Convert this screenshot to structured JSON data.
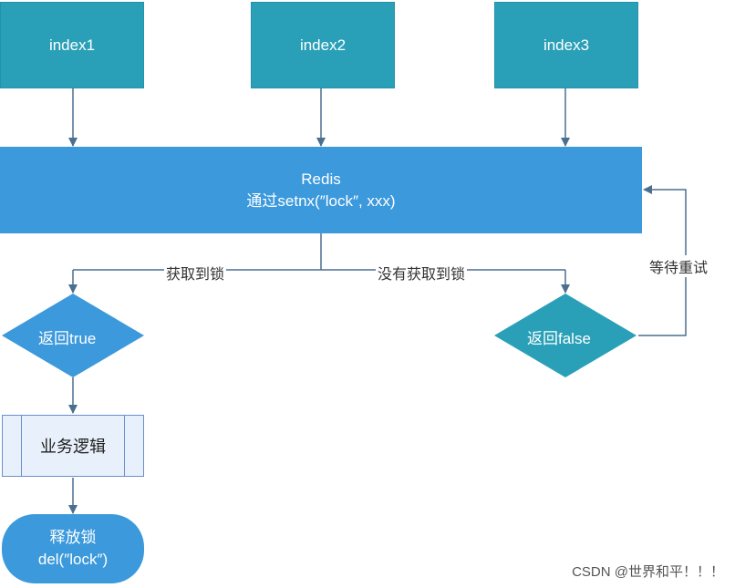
{
  "nodes": {
    "index1": "index1",
    "index2": "index2",
    "index3": "index3",
    "redis_title": "Redis",
    "redis_cmd": "通过setnx(″lock″, xxx)",
    "return_true": "返回true",
    "return_false": "返回false",
    "business": "业务逻辑",
    "release_title": "释放锁",
    "release_cmd": "del(″lock″)"
  },
  "edges": {
    "got_lock": "获取到锁",
    "no_lock": "没有获取到锁",
    "retry": "等待重试"
  },
  "watermark": "CSDN @世界和平！！！",
  "colors": {
    "index_fill": "#2aa0b8",
    "redis_fill": "#3b99dc",
    "true_diamond": "#3b99dc",
    "false_diamond": "#2aa0b8",
    "business_fill": "#e8f0fb",
    "arrow": "#4a6f8f"
  }
}
